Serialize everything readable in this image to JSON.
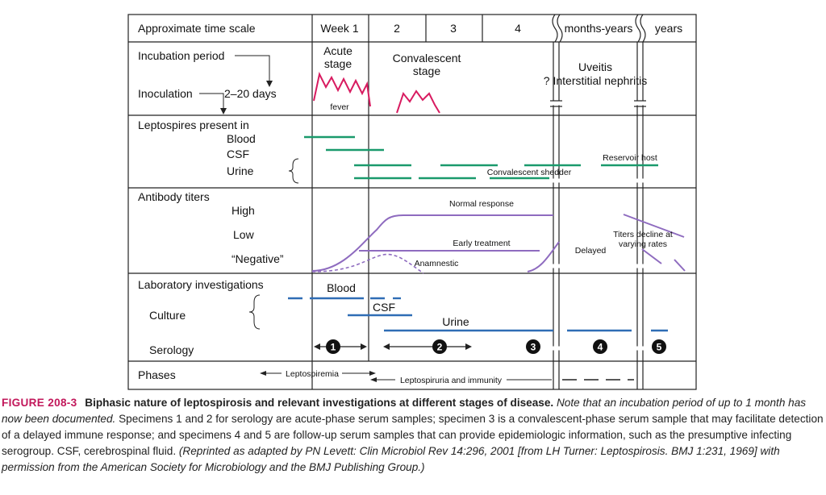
{
  "header": {
    "row_label": "Approximate time scale",
    "week1": "Week 1",
    "week2": "2",
    "week3": "3",
    "week4": "4",
    "months_years": "months-years",
    "years": "years"
  },
  "incubation": {
    "incubation_period": "Incubation period",
    "inoculation": "Inoculation",
    "days": "2–20 days",
    "acute_line1": "Acute",
    "acute_line2": "stage",
    "fever": "fever",
    "conv_line1": "Convalescent",
    "conv_line2": "stage",
    "uveitis": "Uveitis",
    "nephritis": "? Interstitial nephritis"
  },
  "leptospires": {
    "title": "Leptospires present in",
    "blood": "Blood",
    "csf": "CSF",
    "urine": "Urine",
    "convalescent_shedder": "Convalescent shedder",
    "reservoir_host": "Reservoir host"
  },
  "antibody": {
    "title": "Antibody titers",
    "high": "High",
    "low": "Low",
    "negative": "“Negative”",
    "normal_response": "Normal response",
    "early_treatment": "Early treatment",
    "anamnestic": "Anamnestic",
    "delayed": "Delayed",
    "decline_line1": "Titers decline at",
    "decline_line2": "varying rates"
  },
  "lab": {
    "title": "Laboratory investigations",
    "culture": "Culture",
    "serology": "Serology",
    "blood": "Blood",
    "csf": "CSF",
    "urine": "Urine",
    "specimens": [
      "1",
      "2",
      "3",
      "4",
      "5"
    ]
  },
  "phases": {
    "title": "Phases",
    "leptospiremia": "Leptospiremia",
    "leptospiruria": "Leptospiruria and immunity"
  },
  "caption": {
    "label": "FIGURE 208-3",
    "title": "Biphasic nature of leptospirosis and relevant investigations at different stages of disease.",
    "note": "Note that an incubation period of up to 1 month has now been documented.",
    "body": "Specimens 1 and 2 for serology are acute-phase serum samples; specimen 3 is a convalescent-phase serum sample that may facilitate detection of a delayed immune response; and specimens 4 and 5 are follow-up serum samples that can provide epidemiologic information, such as the presumptive infecting serogroup. CSF, cerebrospinal fluid.",
    "credit": "(Reprinted as adapted by PN Levett: Clin Microbiol Rev 14:296, 2001 [from  LH Turner: Leptospirosis. BMJ 1:231, 1969] with permission from the American Society for Microbiology and the BMJ Publishing Group.)"
  },
  "colors": {
    "fever": "#d81b60",
    "leptospires": "#1a9a6c",
    "antibody": "#8e6bbf",
    "culture": "#2f6db5",
    "caption_label": "#c2185b"
  }
}
